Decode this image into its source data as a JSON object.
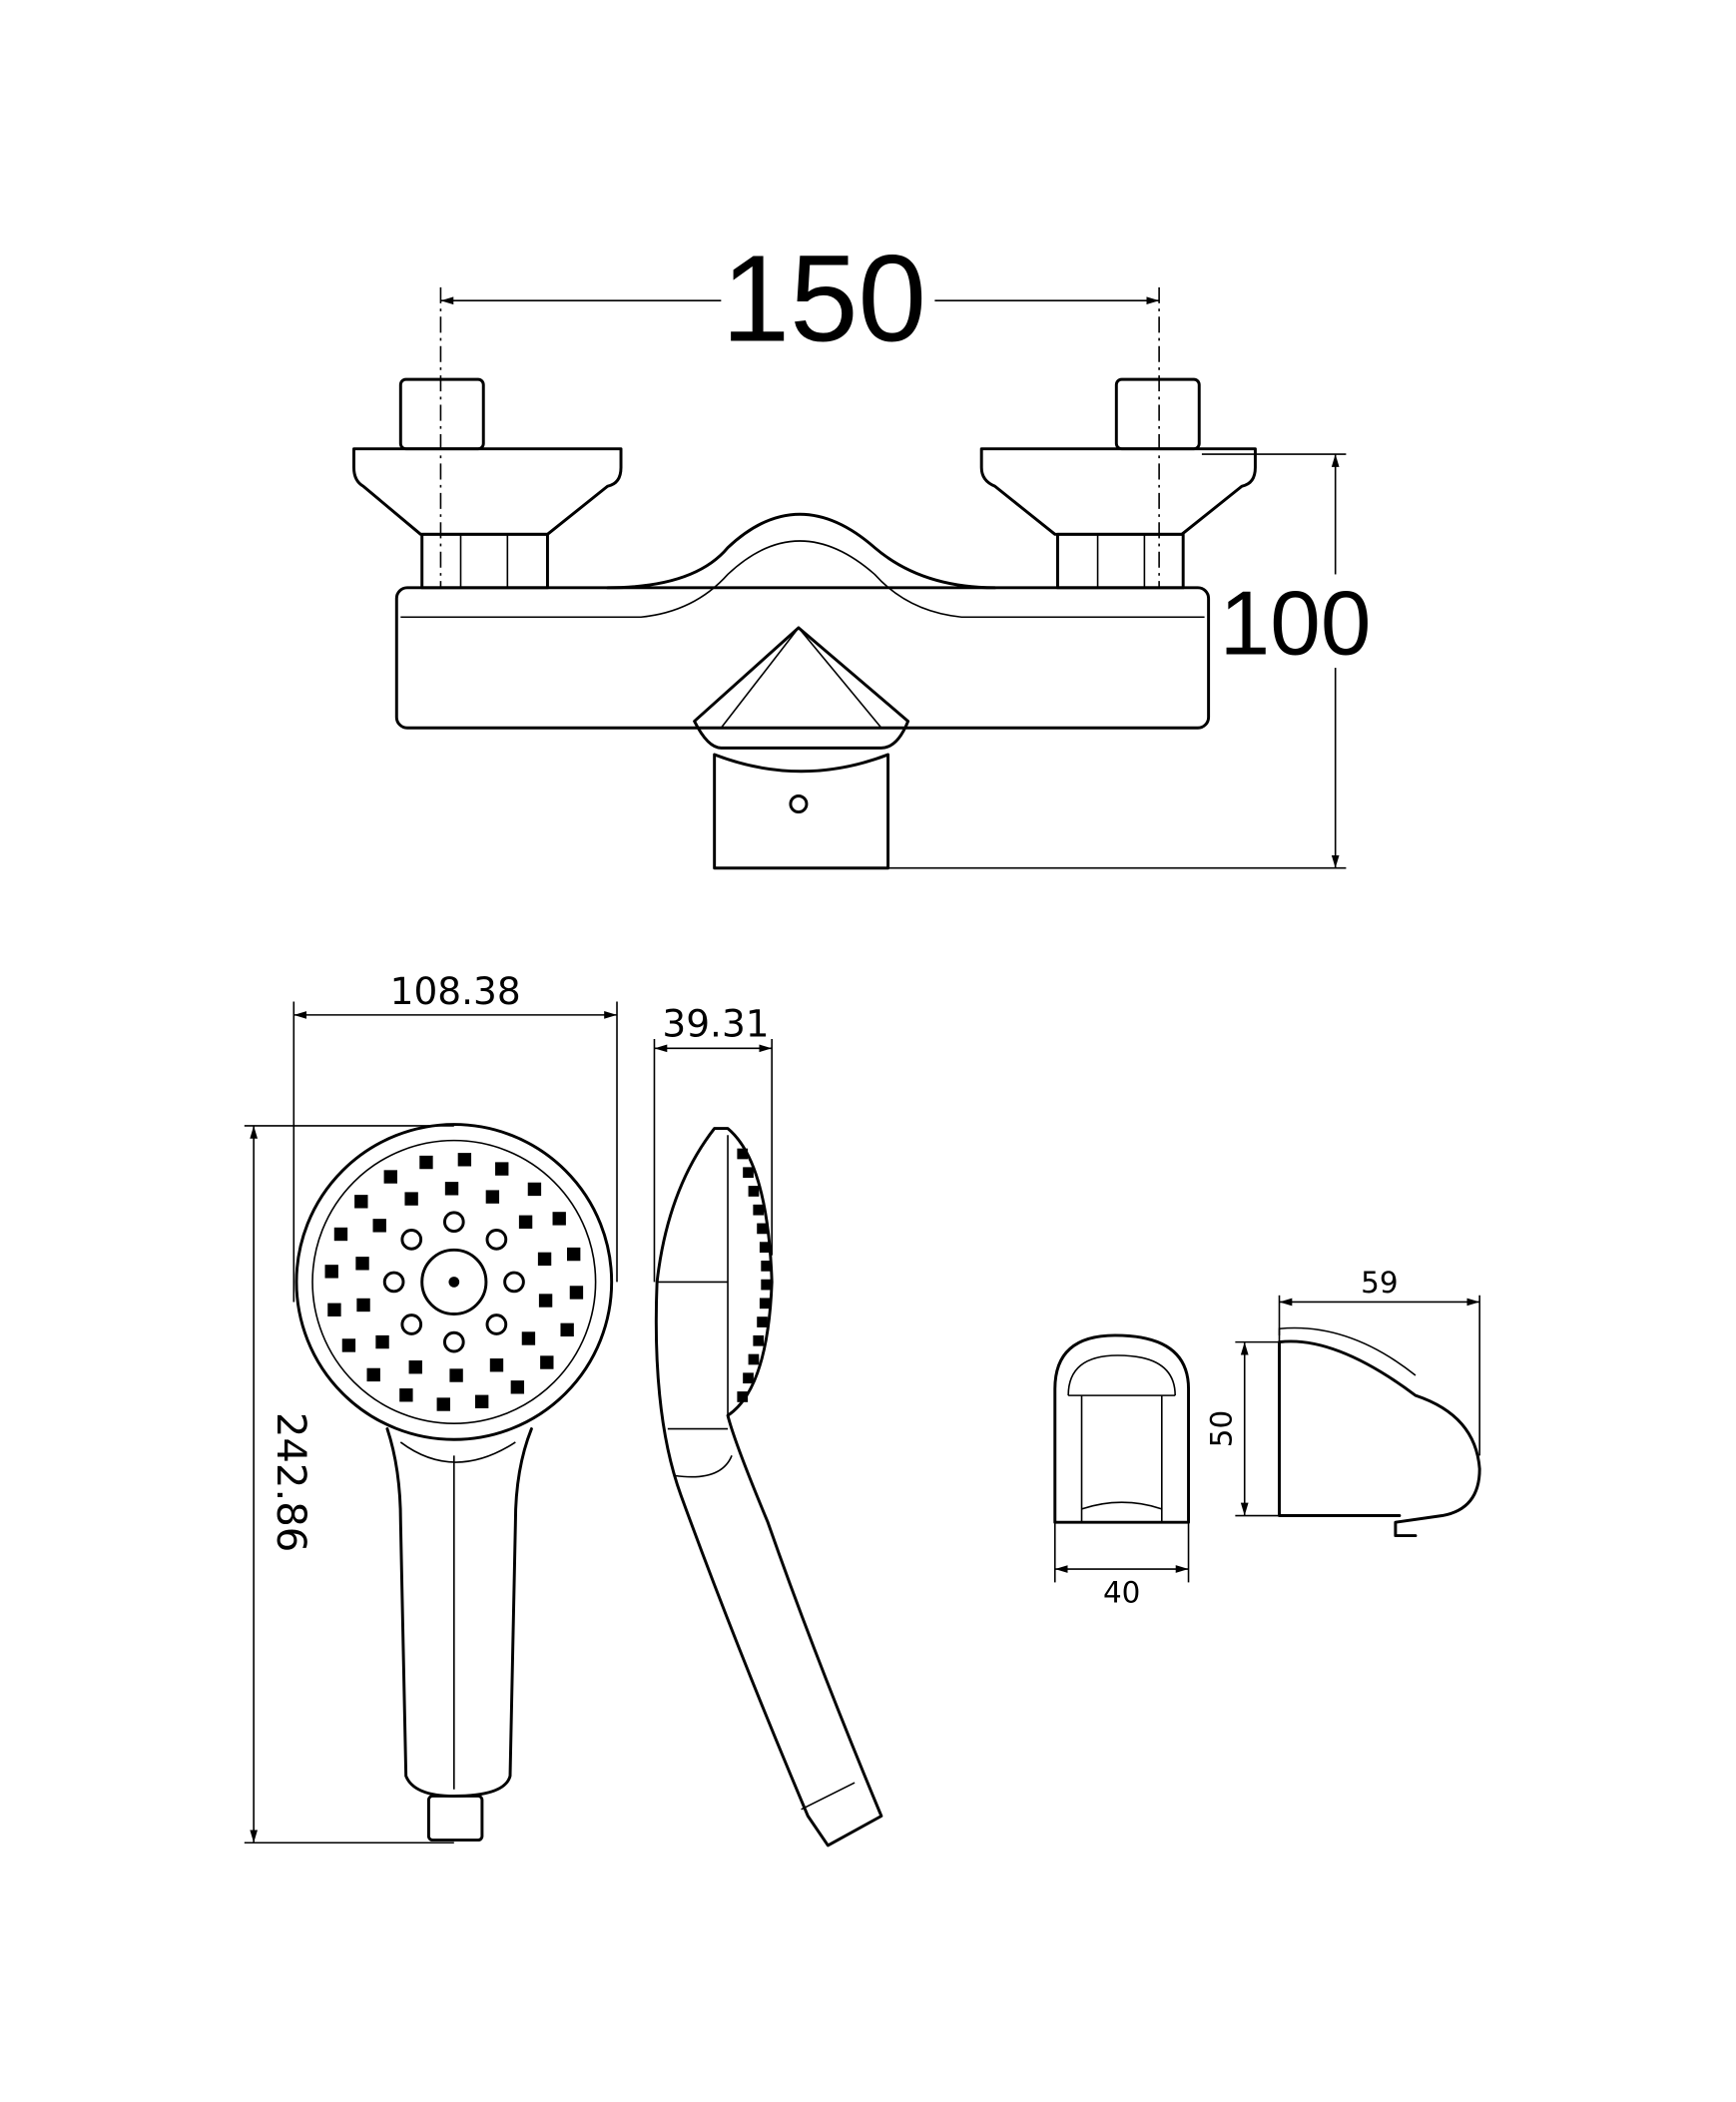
{
  "mixer": {
    "width_label": "150",
    "height_label": "100"
  },
  "hand_shower": {
    "width_label": "108.38",
    "depth_label": "39.31",
    "length_label": "242.86"
  },
  "holder": {
    "depth_label": "59",
    "height_label": "50",
    "width_label": "40"
  }
}
